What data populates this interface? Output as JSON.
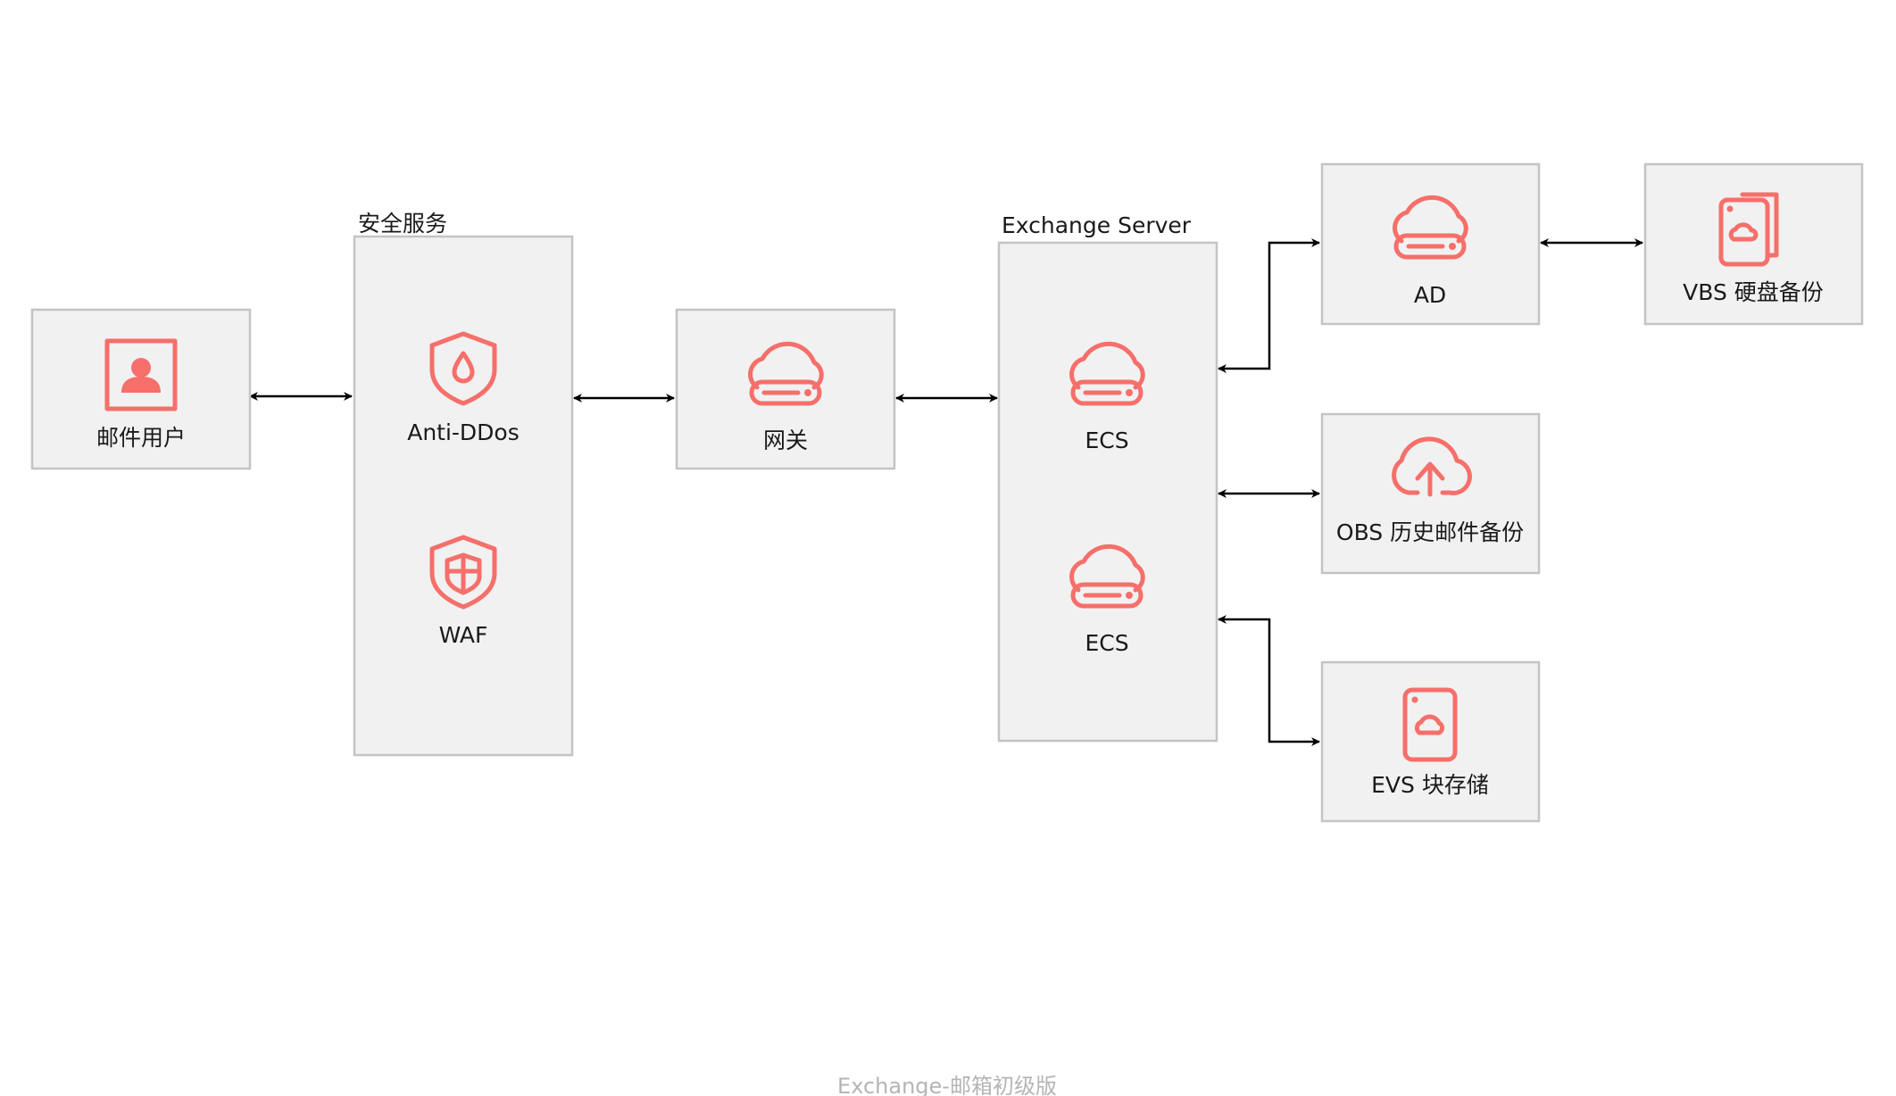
{
  "diagram": {
    "nodes": {
      "mail_user": "邮件用户",
      "anti_ddos": "Anti-DDos",
      "waf": "WAF",
      "gateway": "网关",
      "ecs_1": "ECS",
      "ecs_2": "ECS",
      "ad": "AD",
      "vbs": "VBS 硬盘备份",
      "obs": "OBS 历史邮件备份",
      "evs": "EVS 块存储"
    },
    "groups": {
      "security_service": "安全服务",
      "exchange_server": "Exchange Server"
    },
    "caption": "Exchange-邮箱初级版",
    "icons": {
      "mail_user": "user-icon",
      "anti_ddos": "shield-drop-icon",
      "waf": "shield-firewall-icon",
      "gateway": "cloud-server-icon",
      "ecs": "cloud-server-icon",
      "ad": "cloud-server-icon",
      "vbs": "disk-backup-icon",
      "obs": "cloud-upload-icon",
      "evs": "disk-icon"
    },
    "colors": {
      "accent": "#f66f6a",
      "box_fill": "#f1f1f1",
      "box_border": "#c4c4c4",
      "caption": "#b5b5b5"
    }
  }
}
